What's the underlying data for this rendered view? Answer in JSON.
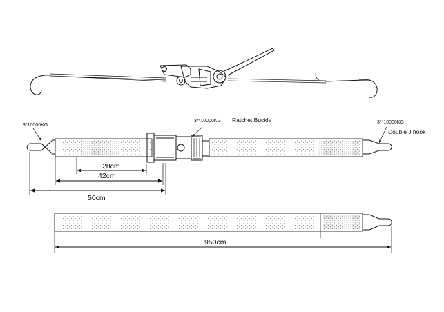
{
  "labels": {
    "load_left": "3*10000KG",
    "load_buckle": "3**10000KG",
    "buckle_name": "Ratchet Buckle",
    "load_right": "3**10000KG",
    "hook_name": "Double J hook"
  },
  "dimensions": {
    "d28": "28cm",
    "d42": "42cm",
    "d50": "50cm",
    "d950": "950cm"
  }
}
